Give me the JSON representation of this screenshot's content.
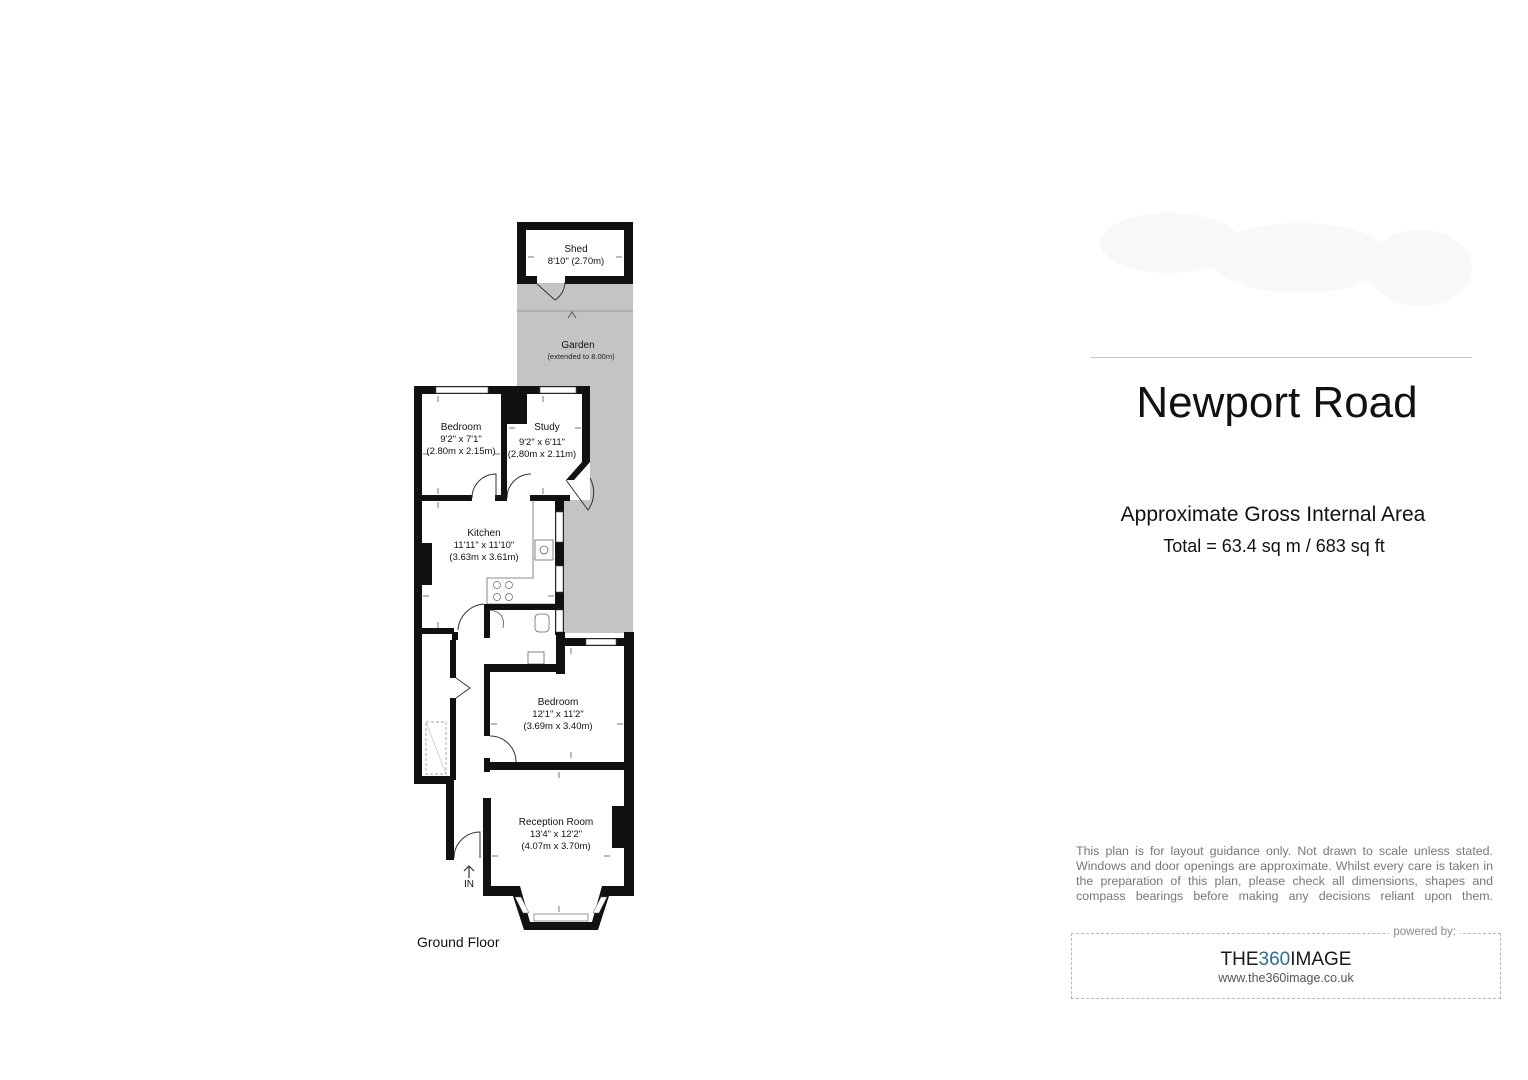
{
  "title": "Newport Road",
  "area": {
    "heading": "Approximate Gross Internal Area",
    "total": "Total = 63.4 sq m / 683 sq ft"
  },
  "floor_label": "Ground Floor",
  "rooms": {
    "shed": {
      "name": "Shed",
      "dims": "8'10\" (2.70m)"
    },
    "garden": {
      "name": "Garden",
      "note": "(extended to 8.00m)"
    },
    "bedroom_rear": {
      "name": "Bedroom",
      "imperial": "9'2\" x 7'1\"",
      "metric": "(2.80m x 2.15m)"
    },
    "study": {
      "name": "Study",
      "imperial": "9'2\" x 6'11\"",
      "metric": "(2.80m x 2.11m)"
    },
    "kitchen": {
      "name": "Kitchen",
      "imperial": "11'11\" x 11'10\"",
      "metric": "(3.63m x 3.61m)"
    },
    "bedroom_front": {
      "name": "Bedroom",
      "imperial": "12'1\" x 11'2\"",
      "metric": "(3.69m x 3.40m)"
    },
    "reception": {
      "name": "Reception Room",
      "imperial": "13'4\" x 12'2\"",
      "metric": "(4.07m x 3.70m)"
    }
  },
  "entrance_label": "IN",
  "disclaimer": "This plan is for layout guidance only. Not drawn to scale unless stated. Windows and door openings are approximate. Whilst every care is taken in the preparation of this plan, please check all dimensions, shapes and compass bearings before making any decisions reliant upon them.",
  "powered": {
    "label": "powered by:",
    "brand_prefix": "THE",
    "brand_number": "360",
    "brand_suffix": "IMAGE",
    "url": "www.the360image.co.uk"
  },
  "colors": {
    "wall": "#111111",
    "garden": "#c4c4c4",
    "brand_accent": "#2a6f8f",
    "disclaimer_text": "#777777"
  }
}
